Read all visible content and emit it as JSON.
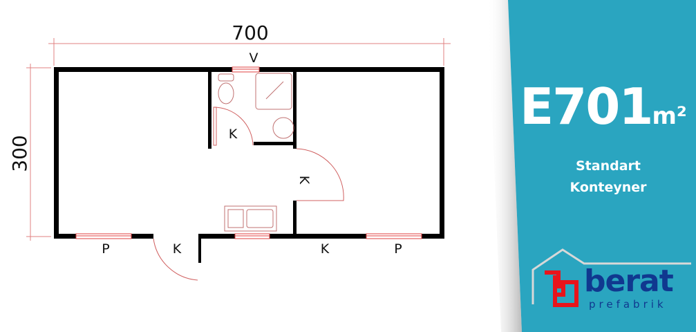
{
  "plan": {
    "width_dimension": "700",
    "height_dimension": "300",
    "labels": {
      "window_top": "V",
      "bath_door": "K",
      "inner_door": "K",
      "window_left": "P",
      "entry_door": "K",
      "door_right": "K",
      "window_right": "P"
    }
  },
  "panel": {
    "model": "E701",
    "unit": "m²",
    "subtitle_line1": "Standart",
    "subtitle_line2": "Konteyner",
    "brand": "berat",
    "brand_sub": "prefabrik",
    "colors": {
      "background": "#2aa5c0",
      "brand_blue": "#10388f",
      "brand_red": "#e8141b"
    }
  }
}
